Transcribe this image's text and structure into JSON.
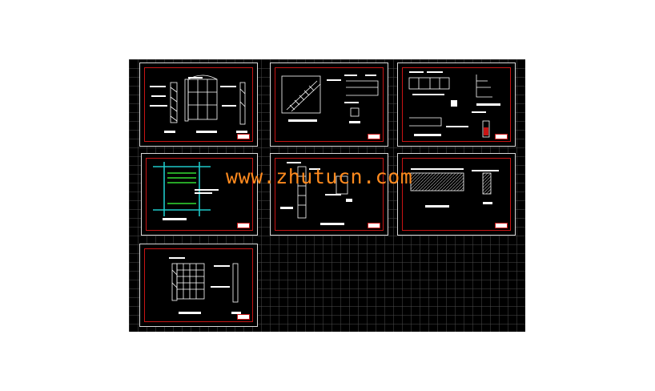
{
  "watermark": {
    "text": "www.zhutucn.com",
    "color": "#ff8a1e"
  },
  "canvas": {
    "background": "#000000",
    "grid_color": "#464646",
    "frame_color": "#c81414"
  },
  "sheets": [
    {
      "id": "sheet-1"
    },
    {
      "id": "sheet-2"
    },
    {
      "id": "sheet-3"
    },
    {
      "id": "sheet-4"
    },
    {
      "id": "sheet-5"
    },
    {
      "id": "sheet-6"
    },
    {
      "id": "sheet-7"
    }
  ]
}
